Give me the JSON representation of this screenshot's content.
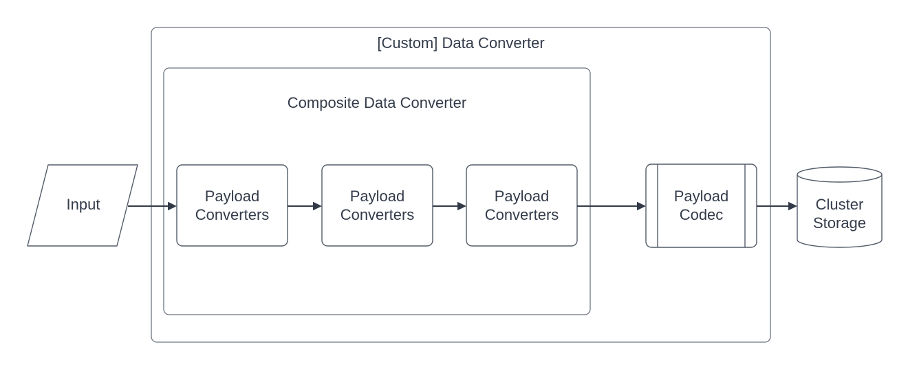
{
  "diagram": {
    "type": "flowchart",
    "containers": {
      "outer": {
        "title": "[Custom] Data Converter"
      },
      "inner": {
        "title": "Composite Data Converter"
      }
    },
    "nodes": {
      "input": {
        "shape": "parallelogram",
        "label": "Input"
      },
      "payload_converters_1": {
        "shape": "rounded-rect",
        "line1": "Payload",
        "line2": "Converters"
      },
      "payload_converters_2": {
        "shape": "rounded-rect",
        "line1": "Payload",
        "line2": "Converters"
      },
      "payload_converters_3": {
        "shape": "rounded-rect",
        "line1": "Payload",
        "line2": "Converters"
      },
      "payload_codec": {
        "shape": "predefined-process",
        "line1": "Payload",
        "line2": "Codec"
      },
      "cluster_storage": {
        "shape": "cylinder",
        "line1": "Cluster",
        "line2": "Storage"
      }
    },
    "edges": [
      {
        "from": "input",
        "to": "payload_converters_1"
      },
      {
        "from": "payload_converters_1",
        "to": "payload_converters_2"
      },
      {
        "from": "payload_converters_2",
        "to": "payload_converters_3"
      },
      {
        "from": "payload_converters_3",
        "to": "payload_codec"
      },
      {
        "from": "payload_codec",
        "to": "cluster_storage"
      }
    ],
    "colors": {
      "background": "#ffffff",
      "shape_stroke": "#535b68",
      "container_stroke": "#6e7580",
      "arrow": "#323947",
      "text": "#333b4a"
    }
  }
}
